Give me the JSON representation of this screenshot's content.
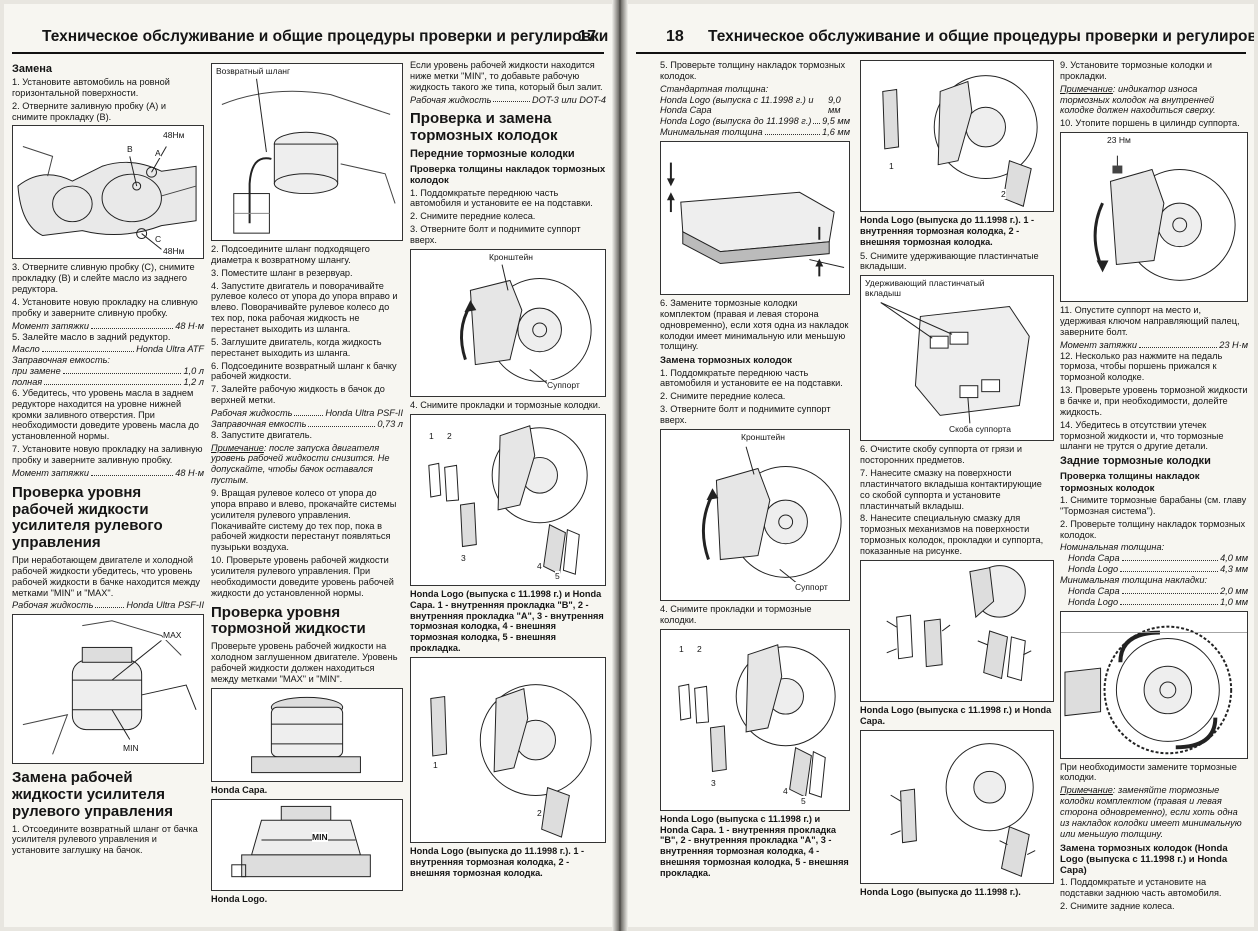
{
  "left_page": {
    "title": "Техническое обслуживание и общие процедуры проверки и регулировки",
    "page_number": "17",
    "col1": {
      "h_zamena": "Замена",
      "p1": "1. Установите автомобиль на ровной горизонтальной поверхности.",
      "p2": "2. Отверните заливную пробку (A) и снимите прокладку (B).",
      "fig_torque1": "48Нм",
      "fig_torque2": "48Нм",
      "fig_A": "A",
      "fig_B": "B",
      "fig_C": "C",
      "p3": "3. Отверните сливную пробку (C), снимите прокладку (B) и слейте масло из заднего редуктора.",
      "p4": "4. Установите новую прокладку на сливную пробку и заверните сливную пробку.",
      "spec1_l": "Момент затяжки",
      "spec1_v": "48 Н·м",
      "p5": "5. Залейте масло в задний редуктор.",
      "spec2_l": "Масло",
      "spec2_v": "Honda Ultra ATF",
      "spec3_h": "Заправочная емкость:",
      "spec3a_l": "при замене",
      "spec3a_v": "1,0 л",
      "spec3b_l": "полная",
      "spec3b_v": "1,2 л",
      "p6": "6. Убедитесь, что уровень масла в заднем редукторе находится на уровне нижней кромки заливного отверстия. При необходимости доведите уровень масла до установленной нормы.",
      "p7": "7. Установите новую прокладку на заливную пробку и заверните заливную пробку.",
      "spec4_l": "Момент затяжки",
      "spec4_v": "48 Н·м",
      "h_level": "Проверка уровня рабочей жидкости усилителя рулевого управления",
      "p8": "При неработающем двигателе и холодной рабочей жидкости убедитесь, что уровень рабочей жидкости в бачке находится между метками \"MIN\" и \"MAX\".",
      "spec5_l": "Рабочая жидкость",
      "spec5_v": "Honda Ultra PSF-II",
      "fig_max": "MAX",
      "fig_min": "MIN",
      "h_replace": "Замена рабочей жидкости усилителя рулевого управления",
      "p9": "1. Отсоедините возвратный шланг от бачка усилителя рулевого управления и установите заглушку на бачок."
    },
    "col2": {
      "fig_hose": "Возвратный шланг",
      "p1": "2. Подсоедините шланг подходящего диаметра к возвратному шлангу.",
      "p2": "3. Поместите шланг в резервуар.",
      "p3": "4. Запустите двигатель и поворачивайте рулевое колесо от упора до упора вправо и влево. Поворачивайте рулевое колесо до тех пор, пока рабочая жидкость не перестанет выходить из шланга.",
      "p4": "5. Заглушите двигатель, когда жидкость перестанет выходить из шланга.",
      "p5": "6. Подсоедините возвратный шланг к бачку рабочей жидкости.",
      "p6": "7. Залейте рабочую жидкость в бачок до верхней метки.",
      "spec1_l": "Рабочая жидкость",
      "spec1_v": "Honda Ultra PSF-II",
      "spec2_l": "Заправочная емкость",
      "spec2_v": "0,73 л",
      "p7": "8. Запустите двигатель.",
      "note_label": "Примечание",
      "note_text": ": после запуска двигателя уровень рабочей жидкости снизится. Не допускайте, чтобы бачок оставался пустым.",
      "p8": "9. Вращая рулевое колесо от упора до упора вправо и влево, прокачайте системы усилителя рулевого управления. Покачивайте систему до тех пор, пока в рабочей жидкости перестанут появляться пузырьки воздуха.",
      "p9": "10. Проверьте уровень рабочей жидкости усилителя рулевого управления. При необходимости доведите уровень рабочей жидкости до установленной нормы.",
      "h_brake_level": "Проверка уровня тормозной жидкости",
      "p10": "Проверьте уровень рабочей жидкости на холодном заглушенном двигателе. Уровень рабочей жидкости должен находиться между метками \"MAX\" и \"MIN\".",
      "cap1": "Honda Capa.",
      "fig_min": "MIN",
      "cap2": "Honda Logo."
    },
    "col3": {
      "p1": "Если уровень рабочей жидкости находится ниже метки \"MIN\", то добавьте рабочую жидкость такого же типа, который был залит.",
      "spec1_l": "Рабочая жидкость",
      "spec1_v": "DOT-3 или DOT-4",
      "h_pads": "Проверка и замена тормозных колодок",
      "h_front": "Передние тормозные колодки",
      "h_check": "Проверка толщины накладок тормозных колодок",
      "p2": "1. Поддомкратьте переднюю часть автомобиля и установите ее на подставки.",
      "p3": "2. Снимите передние колеса.",
      "p4": "3. Отверните болт и поднимите суппорт вверх.",
      "fig_bracket": "Кронштейн",
      "fig_caliper": "Суппорт",
      "p5": "4. Снимите прокладки и тормозные колодки.",
      "n1": "1",
      "n2": "2",
      "n3": "3",
      "n4": "4",
      "n5": "5",
      "cap1": "Honda Logo (выпуска с 11.1998 г.) и Honda Capa. 1 - внутренняя прокладка \"B\", 2 - внутренняя прокладка \"A\", 3 - внутренняя тормозная колодка, 4 - внешняя тормозная колодка, 5 - внешняя прокладка.",
      "m1": "1",
      "m2": "2",
      "cap2": "Honda Logo (выпуска до 11.1998 г.). 1 - внутренняя тормозная колодка, 2 - внешняя тормозная колодка."
    }
  },
  "right_page": {
    "title": "Техническое обслуживание и общие процедуры проверки и регулировки",
    "page_number": "18",
    "col1": {
      "p1": "5. Проверьте толщину накладок тормозных колодок.",
      "spec_h": "Стандартная толщина:",
      "spec_a_l": "Honda Logo (выпуска с 11.1998 г.) и Honda Capa",
      "spec_a_v": "9,0 мм",
      "spec_b_l": "Honda Logo (выпуска до 11.1998 г.)",
      "spec_b_v": "9,5 мм",
      "spec_c_l": "Минимальная толщина",
      "spec_c_v": "1,6 мм",
      "p2": "6. Замените тормозные колодки комплектом (правая и левая сторона одновременно), если хотя одна из накладок колодки имеет минимальную или меньшую толщину.",
      "h_replace": "Замена тормозных колодок",
      "p3": "1. Поддомкратьте переднюю часть автомобиля и установите ее на подставки.",
      "p4": "2. Снимите передние колеса.",
      "p5": "3. Отверните болт и поднимите суппорт вверх.",
      "fig_bracket": "Кронштейн",
      "fig_caliper": "Суппорт",
      "p6": "4. Снимите прокладки и тормозные колодки.",
      "n1": "1",
      "n2": "2",
      "n3": "3",
      "n4": "4",
      "n5": "5",
      "cap": "Honda Logo (выпуска с 11.1998 г.) и Honda Capa. 1 - внутренняя прокладка \"B\", 2 - внутренняя прокладка \"A\", 3 - внутренняя тормозная колодка, 4 - внешняя тормозная колодка, 5 - внешняя прокладка."
    },
    "col2": {
      "m1": "1",
      "m2": "2",
      "cap1": "Honda Logo (выпуска до 11.1998 г.). 1 - внутренняя тормозная колодка, 2 - внешняя тормозная колодка.",
      "p1": "5. Снимите удерживающие пластинчатые вкладыши.",
      "fig_clip": "Удерживающий пластинчатый вкладыш",
      "fig_bracket": "Скоба суппорта",
      "p2": "6. Очистите скобу суппорта от грязи и посторонних предметов.",
      "p3": "7. Нанесите смазку на поверхности пластинчатого вкладыша контактирующие со скобой суппорта и установите пластинчатый вкладыш.",
      "p4": "8. Нанесите специальную смазку для тормозных механизмов на поверхности тормозных колодок, прокладки и суппорта, показанные на рисунке.",
      "cap2": "Honda Logo (выпуска с 11.1998 г.) и Honda Capa.",
      "cap3": "Honda Logo (выпуска до 11.1998 г.)."
    },
    "col3": {
      "p1": "9. Установите тормозные колодки и прокладки.",
      "note1_label": "Примечание",
      "note1_text": ": индикатор износа тормозных колодок на внутренней колодке должен находиться сверху.",
      "p2": "10. Утопите поршень в цилиндр суппорта.",
      "fig_torque": "23 Нм",
      "p3": "11. Опустите суппорт на место и, удерживая ключом направляющий палец, заверните болт.",
      "spec1_l": "Момент затяжки",
      "spec1_v": "23 Н·м",
      "p4": "12. Несколько раз нажмите на педаль тормоза, чтобы поршень прижался к тормозной колодке.",
      "p5": "13. Проверьте уровень тормозной жидкости в бачке и, при необходимости, долейте жидкость.",
      "p6": "14. Убедитесь в отсутствии утечек тормозной жидкости и, что тормозные шланги не трутся о другие детали.",
      "h_rear": "Задние тормозные колодки",
      "h_check": "Проверка толщины накладок тормозных колодок",
      "p7": "1. Снимите тормозные барабаны (см. главу \"Тормозная система\").",
      "p8": "2. Проверьте толщину накладок тормозных колодок.",
      "spec_h1": "Номинальная толщина:",
      "s1_l": "Honda Capa",
      "s1_v": "4,0 мм",
      "s2_l": "Honda Logo",
      "s2_v": "4,3 мм",
      "spec_h2": "Минимальная толщина накладки:",
      "s3_l": "Honda Capa",
      "s3_v": "2,0 мм",
      "s4_l": "Honda Logo",
      "s4_v": "1,0 мм",
      "p9": "При необходимости замените тормозные колодки.",
      "note2_label": "Примечание",
      "note2_text": ": заменяйте тормозные колодки комплектом (правая и левая сторона одновременно), если хоть одна из накладок колодки имеет минимальную или меньшую толщину.",
      "h_replace": "Замена тормозных колодок (Honda Logo (выпуска с 11.1998 г.) и Honda Capa)",
      "p10": "1. Поддомкратьте и установите на подставки заднюю часть автомобиля.",
      "p11": "2. Снимите задние колеса."
    }
  }
}
